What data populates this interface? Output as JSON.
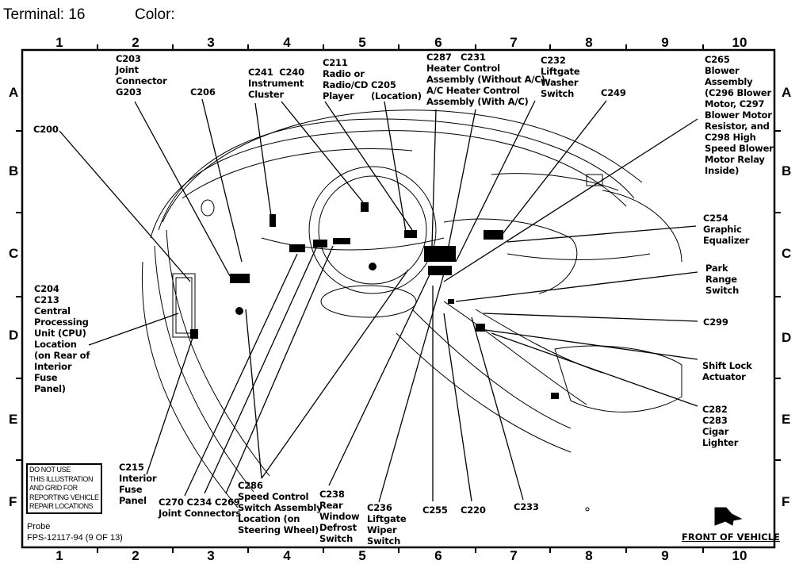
{
  "header": {
    "terminal_label": "Terminal: 16",
    "color_label": "Color:"
  },
  "grid": {
    "columns": [
      "1",
      "2",
      "3",
      "4",
      "5",
      "6",
      "7",
      "8",
      "9",
      "10"
    ],
    "rows": [
      "A",
      "B",
      "C",
      "D",
      "E",
      "F"
    ]
  },
  "labels": {
    "c203": "C203\nJoint\nConnector\nG203",
    "c206": "C206",
    "c241_c240": "C241  C240\nInstrument\nCluster",
    "c211": "C211\nRadio or\nRadio/CD\nPlayer",
    "c205": "C205\n(Location)",
    "c287_c231": "C287   C231\nHeater Control\nAssembly (Without A/C)\nA/C Heater Control\nAssembly (With A/C)",
    "c232": "C232\nLiftgate\nWasher\nSwitch",
    "c249": "C249",
    "c265": "C265\nBlower\nAssembly\n(C296 Blower\nMotor, C297\nBlower Motor\nResistor, and\nC298 High\nSpeed Blower\nMotor Relay\nInside)",
    "c200": "C200",
    "c254": "C254\nGraphic\nEqualizer",
    "park_range": "Park\nRange\nSwitch",
    "c299": "C299",
    "shift_lock": "Shift Lock\nActuator",
    "c282_c283": "C282\nC283\nCigar\nLighter",
    "c204_c213": "C204\nC213\nCentral\nProcessing\nUnit (CPU)\nLocation\n(on Rear of\nInterior\nFuse\nPanel)",
    "c215": "C215\nInterior\nFuse\nPanel",
    "c270_c234_c269": "C270 C234 C269\nJoint Connectors",
    "c286": "C286\nSpeed Control\nSwitch Assembly\nLocation (on\nSteering Wheel)",
    "c238": "C238\nRear\nWindow\nDefrost\nSwitch",
    "c236": "C236\nLiftgate\nWiper\nSwitch",
    "c255": "C255",
    "c220": "C220",
    "c233": "C233"
  },
  "warning_box": "DO NOT USE\nTHIS ILLUSTRATION\nAND GRID FOR\nREPORTING VEHICLE\nREPAIR LOCATIONS",
  "footer": {
    "model": "Probe",
    "figure_id": "FPS-12117-94 (9 OF 13)",
    "front_of_vehicle": "FRONT OF VEHICLE"
  }
}
